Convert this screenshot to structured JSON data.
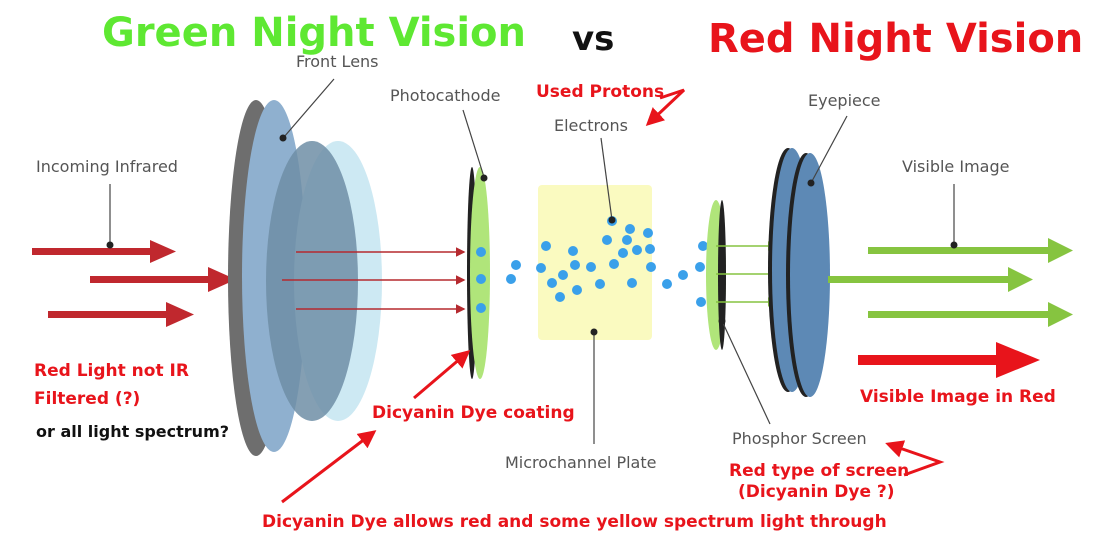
{
  "titles": {
    "green": "Green Night Vision",
    "vs": "vs",
    "red": "Red Night Vision"
  },
  "labels": {
    "front_lens": "Front Lens",
    "photocathode": "Photocathode",
    "electrons": "Electrons",
    "eyepiece": "Eyepiece",
    "incoming_infrared": "Incoming Infrared",
    "visible_image": "Visible Image",
    "microchannel_plate": "Microchannel Plate",
    "phosphor_screen": "Phosphor Screen"
  },
  "annotations": {
    "used_protons": "Used Protons",
    "red_light_line1": "Red Light not IR",
    "red_light_line2": "Filtered (?)",
    "all_spectrum": "or all light spectrum?",
    "dicyanin_coating": "Dicyanin Dye coating",
    "visible_in_red": "Visible Image in Red",
    "red_screen_line1": "Red type of screen",
    "red_screen_line2": "(Dicyanin Dye ?)",
    "bottom_caption": "Dicyanin Dye allows red and some yellow spectrum light through"
  },
  "colors": {
    "green_title": "#5ee832",
    "red_title": "#e8141b",
    "infrared_arrow": "#c0282e",
    "visible_arrow": "#86c440",
    "electron": "#3aa0ea",
    "mcp_fill": "#fafac0",
    "lens_blue": "#8fb0cf",
    "lens_light": "#cde9f3",
    "screen_green": "#b0e57a"
  }
}
